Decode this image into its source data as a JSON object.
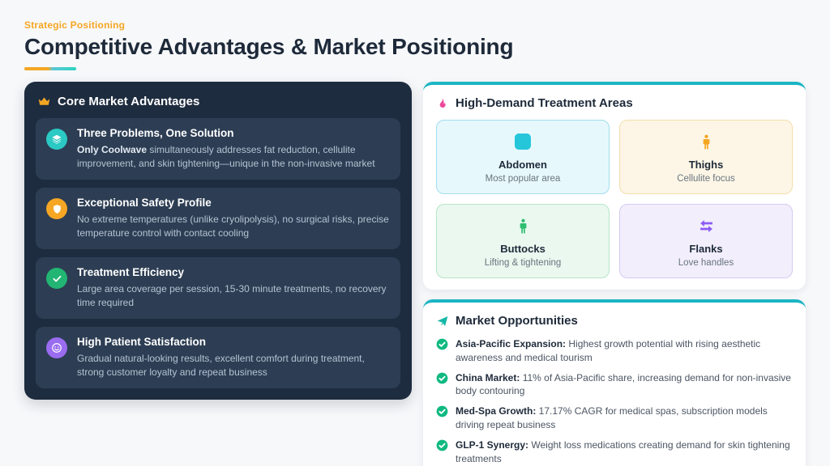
{
  "page": {
    "eyebrow": "Strategic Positioning",
    "title": "Competitive Advantages & Market Positioning",
    "accent_colors": {
      "orange": "#f5a623",
      "teal": "#1cb5c4"
    }
  },
  "core_advantages": {
    "title": "Core Market Advantages",
    "icon": "crown-icon",
    "items": [
      {
        "icon": "layers-icon",
        "icon_color": "#2bc9c4",
        "title": "Three Problems, One Solution",
        "bold": "Only Coolwave",
        "text": " simultaneously addresses fat reduction, cellulite improvement, and skin tightening—unique in the non-invasive market"
      },
      {
        "icon": "shield-icon",
        "icon_color": "#f5a623",
        "title": "Exceptional Safety Profile",
        "bold": "",
        "text": "No extreme temperatures (unlike cryolipolysis), no surgical risks, precise temperature control with contact cooling"
      },
      {
        "icon": "check-icon",
        "icon_color": "#22b573",
        "title": "Treatment Efficiency",
        "bold": "",
        "text": "Large area coverage per session, 15-30 minute treatments, no recovery time required"
      },
      {
        "icon": "smiley-icon",
        "icon_color": "#9a6cf0",
        "title": "High Patient Satisfaction",
        "bold": "",
        "text": "Gradual natural-looking results, excellent comfort during treatment, strong customer loyalty and repeat business"
      }
    ]
  },
  "treatment_areas": {
    "title": "High-Demand Treatment Areas",
    "icon": "flame-icon",
    "cells": [
      {
        "icon": "abdomen-icon",
        "name": "Abdomen",
        "subtitle": "Most popular area",
        "accent": "#26c6da"
      },
      {
        "icon": "person-icon",
        "name": "Thighs",
        "subtitle": "Cellulite focus",
        "accent": "#f5a623"
      },
      {
        "icon": "person-icon",
        "name": "Buttocks",
        "subtitle": "Lifting & tightening",
        "accent": "#2fbf71"
      },
      {
        "icon": "arrows-icon",
        "name": "Flanks",
        "subtitle": "Love handles",
        "accent": "#8b5cf6"
      }
    ]
  },
  "market_opportunities": {
    "title": "Market Opportunities",
    "icon": "rocket-icon",
    "items": [
      {
        "label": "Asia-Pacific Expansion:",
        "text": " Highest growth potential with rising aesthetic awareness and medical tourism"
      },
      {
        "label": "China Market:",
        "text": " 11% of Asia-Pacific share, increasing demand for non-invasive body contouring"
      },
      {
        "label": "Med-Spa Growth:",
        "text": " 17.17% CAGR for medical spas, subscription models driving repeat business"
      },
      {
        "label": "GLP-1 Synergy:",
        "text": " Weight loss medications creating demand for skin tightening treatments"
      }
    ]
  }
}
